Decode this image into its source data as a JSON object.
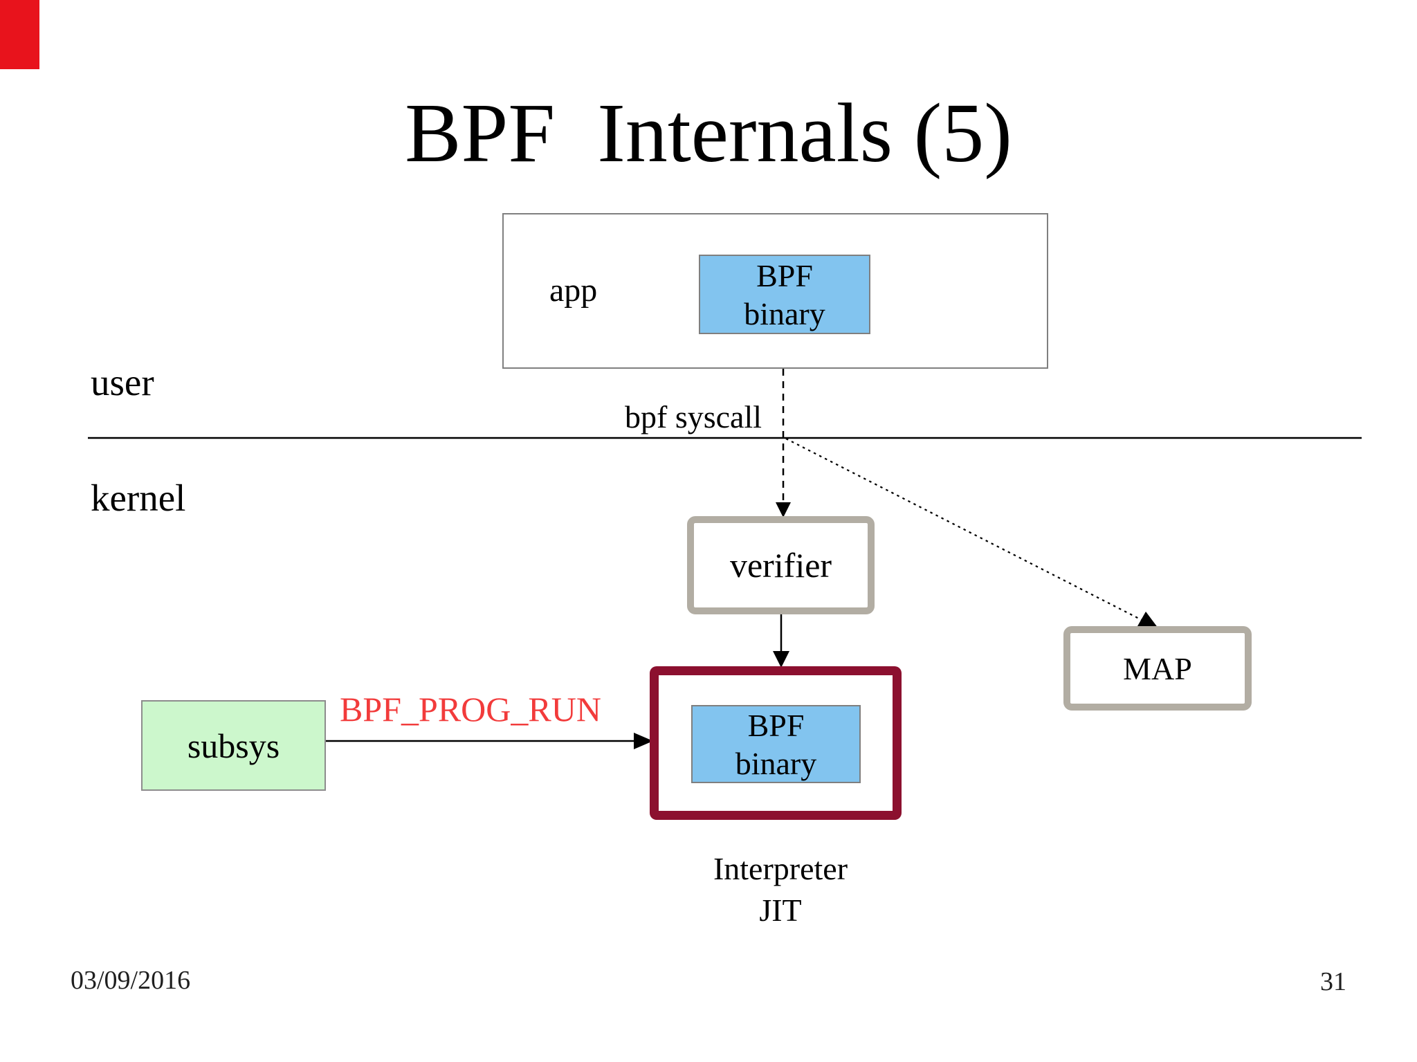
{
  "slide": {
    "title": "BPF  Internals (5)",
    "date": "03/09/2016",
    "page_number": "31"
  },
  "user_space": {
    "section_label": "user",
    "app_box_label": "app",
    "bpf_binary_box": {
      "line1": "BPF",
      "line2": "binary"
    }
  },
  "boundary": {
    "syscall_label": "bpf syscall"
  },
  "kernel_space": {
    "section_label": "kernel",
    "verifier_box_label": "verifier",
    "map_box_label": "MAP",
    "subsys_box_label": "subsys",
    "prog_run_label": "BPF_PROG_RUN",
    "interpreter_box": {
      "bpf_binary": {
        "line1": "BPF",
        "line2": "binary"
      },
      "caption_line1": "Interpreter",
      "caption_line2": "JIT"
    }
  },
  "colors": {
    "red_bar": "#e8131c",
    "blue_fill": "#82c4ef",
    "green_fill": "#ccf7cc",
    "maroon_border": "#8c102f",
    "gray_box_border": "#b2ada3",
    "thin_border": "#7f7f7f",
    "red_text": "#f23b3b",
    "ink": "#000000",
    "footer_ink": "#1f1f1f",
    "background": "#ffffff"
  }
}
